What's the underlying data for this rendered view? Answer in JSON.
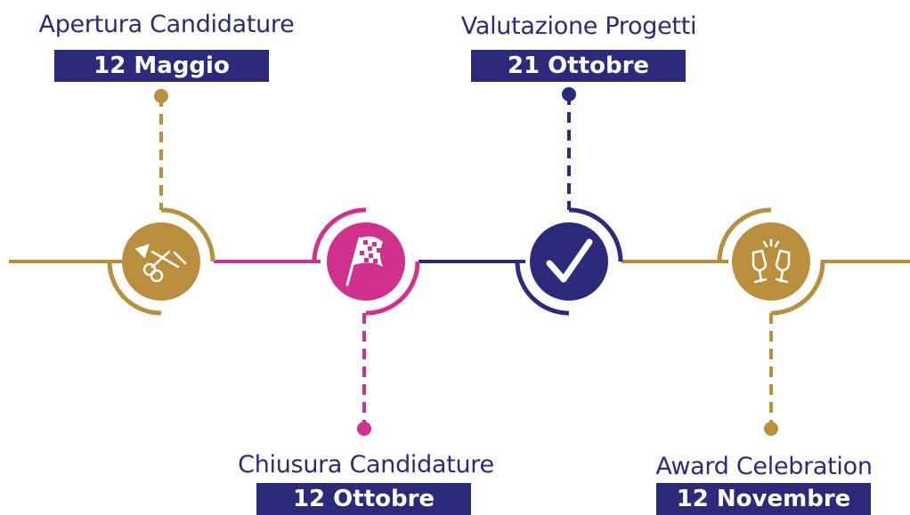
{
  "milestones": [
    {
      "title": "Apertura Candidature",
      "date": "12 Maggio",
      "icon": "scissors-ribbon-icon",
      "color": "#b98f3e"
    },
    {
      "title": "Chiusura Candidature",
      "date": "12 Ottobre",
      "icon": "checkered-flag-icon",
      "color": "#d1318e"
    },
    {
      "title": "Valutazione Progetti",
      "date": "21 Ottobre",
      "icon": "checkmark-icon",
      "color": "#2d2a7c"
    },
    {
      "title": "Award Celebration",
      "date": "12 Novembre",
      "icon": "champagne-toast-icon",
      "color": "#b98f3e"
    }
  ],
  "colors": {
    "gold": "#b98f3e",
    "magenta": "#d1318e",
    "navy": "#2d2a7c",
    "date_box": "#2d2a7c"
  }
}
